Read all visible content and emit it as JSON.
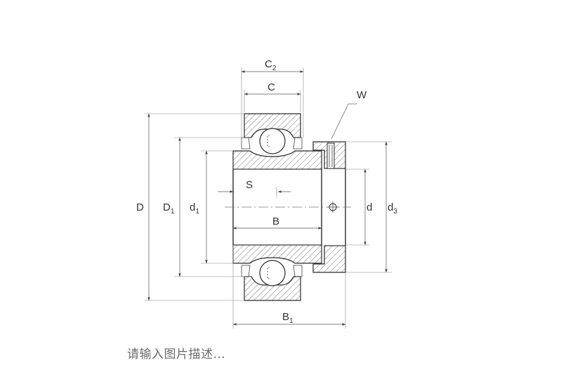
{
  "diagram": {
    "labels": {
      "C2": "C",
      "C2_sub": "2",
      "C": "C",
      "W": "W",
      "D": "D",
      "D1": "D",
      "D1_sub": "1",
      "d1": "d",
      "d1_sub": "1",
      "S": "S",
      "B": "B",
      "d": "d",
      "d3": "d",
      "d3_sub": "3",
      "B1": "B",
      "B1_sub": "1"
    }
  },
  "caption": {
    "placeholder": "请输入图片描述..."
  }
}
